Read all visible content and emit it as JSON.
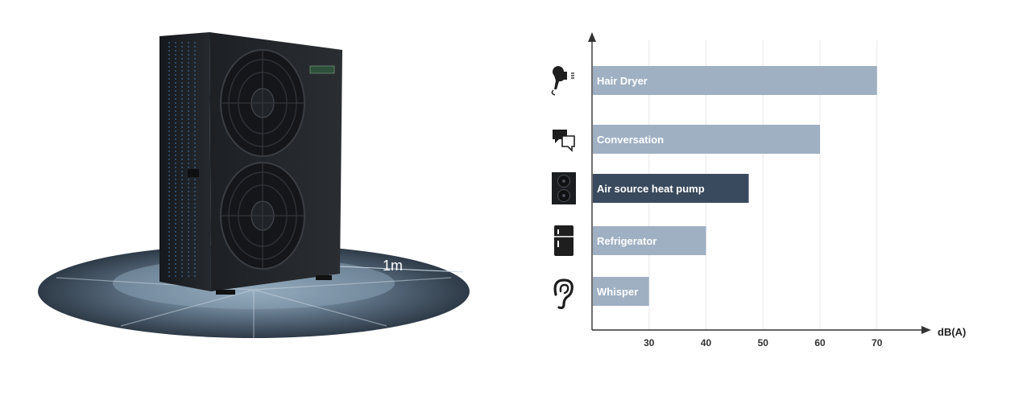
{
  "illustration": {
    "distance_label": "1m",
    "icon": "heat-pump-icon"
  },
  "chart_data": {
    "type": "bar",
    "orientation": "horizontal",
    "categories": [
      "Hair Dryer",
      "Conversation",
      "Air source heat pump",
      "Refrigerator",
      "Whisper"
    ],
    "values": [
      70,
      60,
      47.5,
      40,
      30
    ],
    "icons": [
      "hair-dryer-icon",
      "conversation-icon",
      "heat-pump-icon",
      "refrigerator-icon",
      "ear-icon"
    ],
    "highlight": "Air source heat pump",
    "xlabel": "dB(A)",
    "xticks": [
      30,
      40,
      50,
      60,
      70
    ],
    "xlim": [
      20,
      80
    ],
    "grid": true,
    "colors": {
      "bar": "#9fb0c3",
      "highlight": "#3a4a5e",
      "grid": "#e8e8e8",
      "axis": "#333333"
    }
  }
}
